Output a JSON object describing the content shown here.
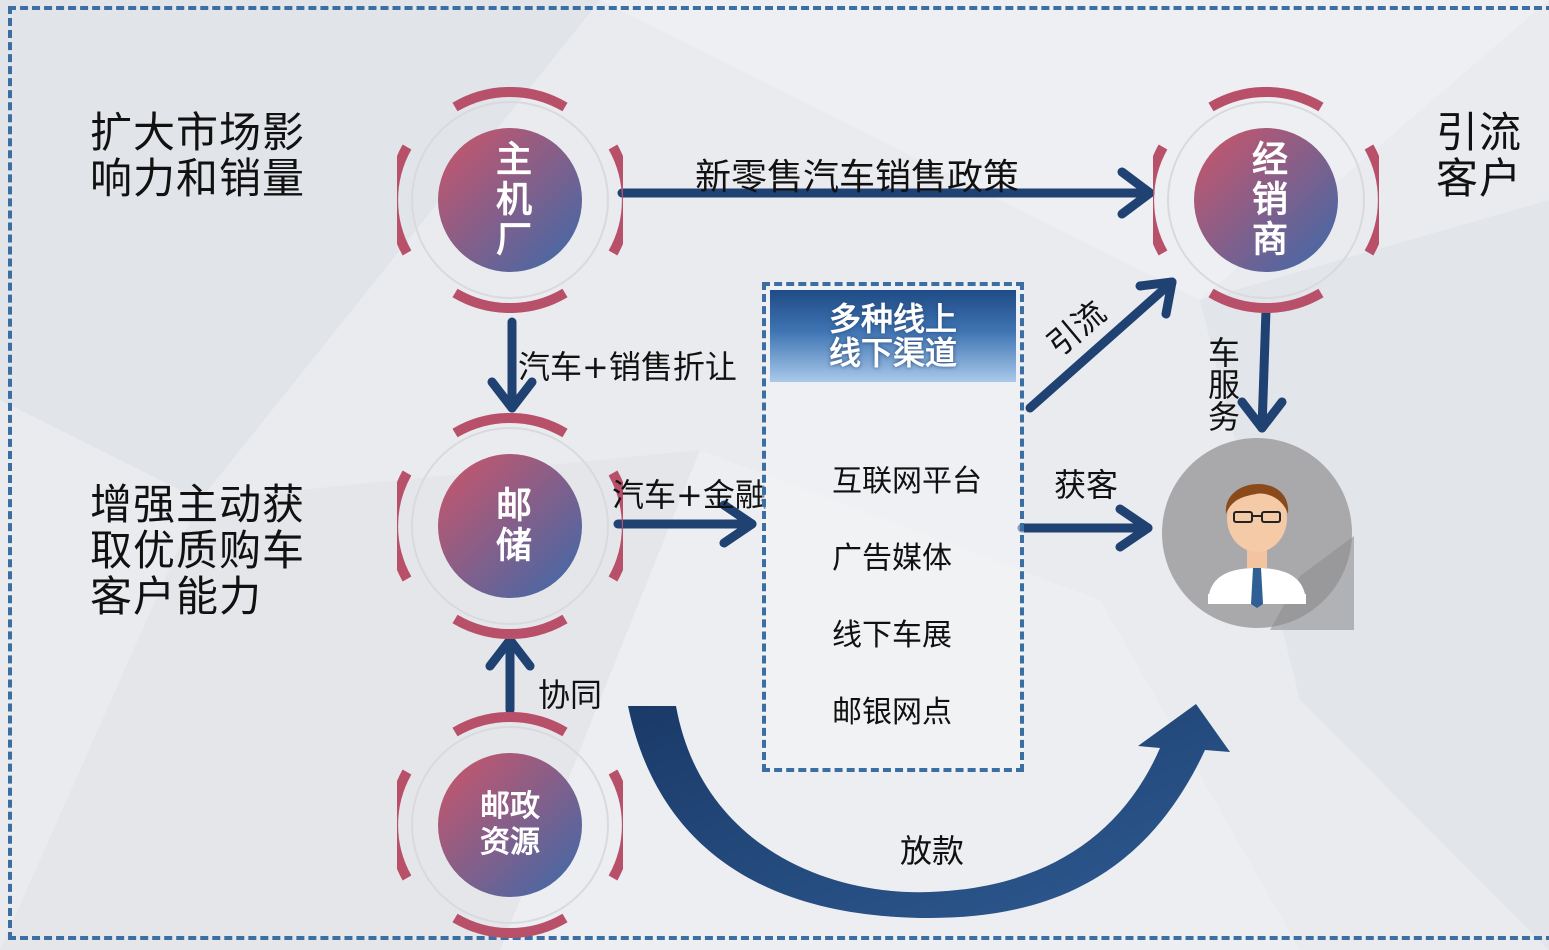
{
  "left_texts": {
    "manufacturer_goal": "扩大市场影\n响力和销量",
    "bank_goal": "增强主动获\n取优质购车\n客户能力"
  },
  "right_text": {
    "dealer_goal": "引流\n客户"
  },
  "nodes": {
    "manufacturer": "主机厂",
    "postal_bank": "邮储",
    "postal_resources": "邮政\n资源",
    "dealer": "经销商",
    "customer": "customer-avatar"
  },
  "edges": {
    "manufacturer_to_dealer": "新零售汽车销售政策",
    "manufacturer_to_bank": "汽车+销售折让",
    "bank_to_channels": "汽车+金融",
    "resources_to_bank": "协同",
    "channels_to_dealer": "引流",
    "channels_to_customer": "获客",
    "dealer_to_customer": "车服务",
    "loan": "放款"
  },
  "channels": {
    "title": "多种线上\n线下渠道",
    "items": [
      "互联网平台",
      "广告媒体",
      "线下车展",
      "邮银网点"
    ]
  },
  "colors": {
    "arrow": "#1f4273",
    "frame": "#3b6ea3",
    "node_gradient_start": "#c5546a",
    "node_gradient_end": "#3e6aa8",
    "ring": "#b8506a"
  }
}
